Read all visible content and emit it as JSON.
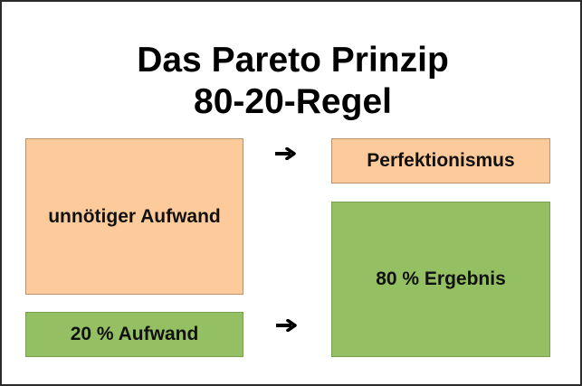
{
  "title": {
    "line1": "Das Pareto Prinzip",
    "line2": "80-20-Regel"
  },
  "boxes": {
    "unnecessary_effort": "unnötiger Aufwand",
    "effort_20": "20 % Aufwand",
    "perfectionism": "Perfektionismus",
    "result_80": "80 % Ergebnis"
  },
  "arrows": [
    {
      "icon": "right-arrow-icon",
      "from": "unnötiger Aufwand",
      "to": "Perfektionismus"
    },
    {
      "icon": "right-arrow-icon",
      "from": "20 % Aufwand",
      "to": "80 % Ergebnis"
    }
  ],
  "colors": {
    "orange_fill": "#fdcb9b",
    "green_fill": "#95bf63",
    "border": "#2b2b2b",
    "text": "#000000"
  }
}
